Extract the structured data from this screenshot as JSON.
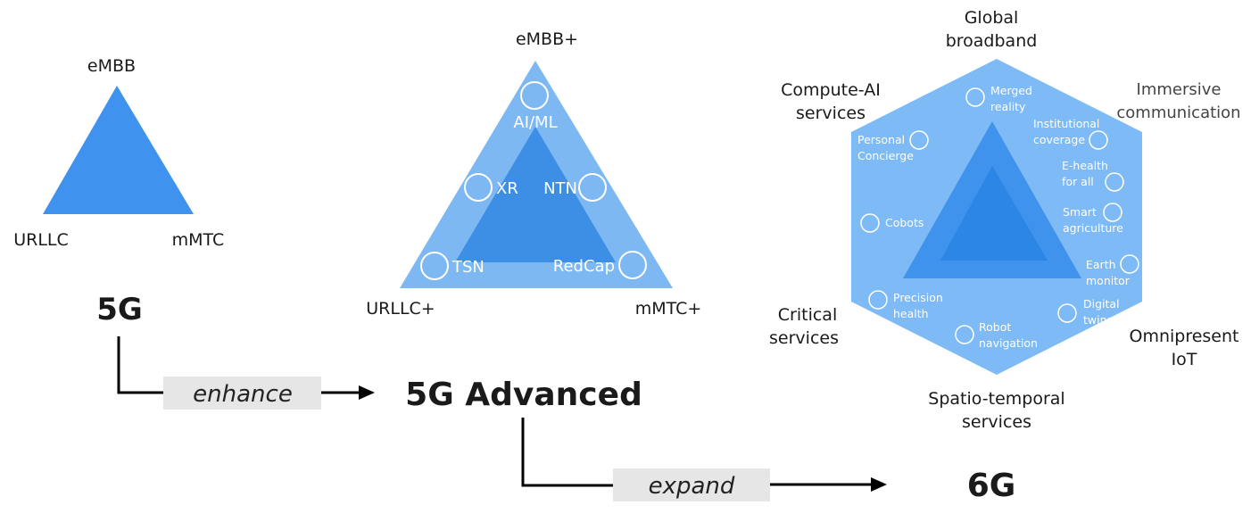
{
  "colors": {
    "triangle_5g": "#3f93ef",
    "triangle_outer": "#7db8f2",
    "triangle_inner": "#3d8fe6",
    "hexagon": "#7ebaf5",
    "hex_triangle_outer": "#3f93ec",
    "hex_triangle_inner": "#2b86e6",
    "arrow_label_bg": "#e6e6e6",
    "line": "#000000"
  },
  "gen_5g": {
    "title": "5G",
    "top": "eMBB",
    "left": "URLLC",
    "right": "mMTC"
  },
  "gen_5ga": {
    "title": "5G Advanced",
    "top": "eMBB+",
    "left": "URLLC+",
    "right": "mMTC+",
    "features": [
      "AI/ML",
      "XR",
      "NTN",
      "TSN",
      "RedCap"
    ]
  },
  "gen_6g": {
    "title": "6G",
    "corners": {
      "top": [
        "Global",
        "broadband"
      ],
      "top_left": [
        "Compute-AI",
        "services"
      ],
      "top_right": [
        "Immersive",
        "communication"
      ],
      "bottom_left": [
        "Critical",
        "services"
      ],
      "bottom_right": [
        "Omnipresent",
        "IoT"
      ],
      "bottom": [
        "Spatio-temporal",
        "services"
      ]
    },
    "services": {
      "merged_reality": [
        "Merged",
        "reality"
      ],
      "institutional_coverage": [
        "Institutional",
        "coverage"
      ],
      "e_health": [
        "E-health",
        "for all"
      ],
      "smart_agriculture": [
        "Smart",
        "agriculture"
      ],
      "earth_monitor": [
        "Earth",
        "monitor"
      ],
      "digital_twins": [
        "Digital",
        "twins"
      ],
      "robot_navigation": [
        "Robot",
        "navigation"
      ],
      "precision_health": [
        "Precision",
        "health"
      ],
      "cobots": [
        "Cobots"
      ],
      "personal_concierge": [
        "Personal",
        "Concierge"
      ]
    }
  },
  "transitions": {
    "enhance": "enhance",
    "expand": "expand"
  }
}
